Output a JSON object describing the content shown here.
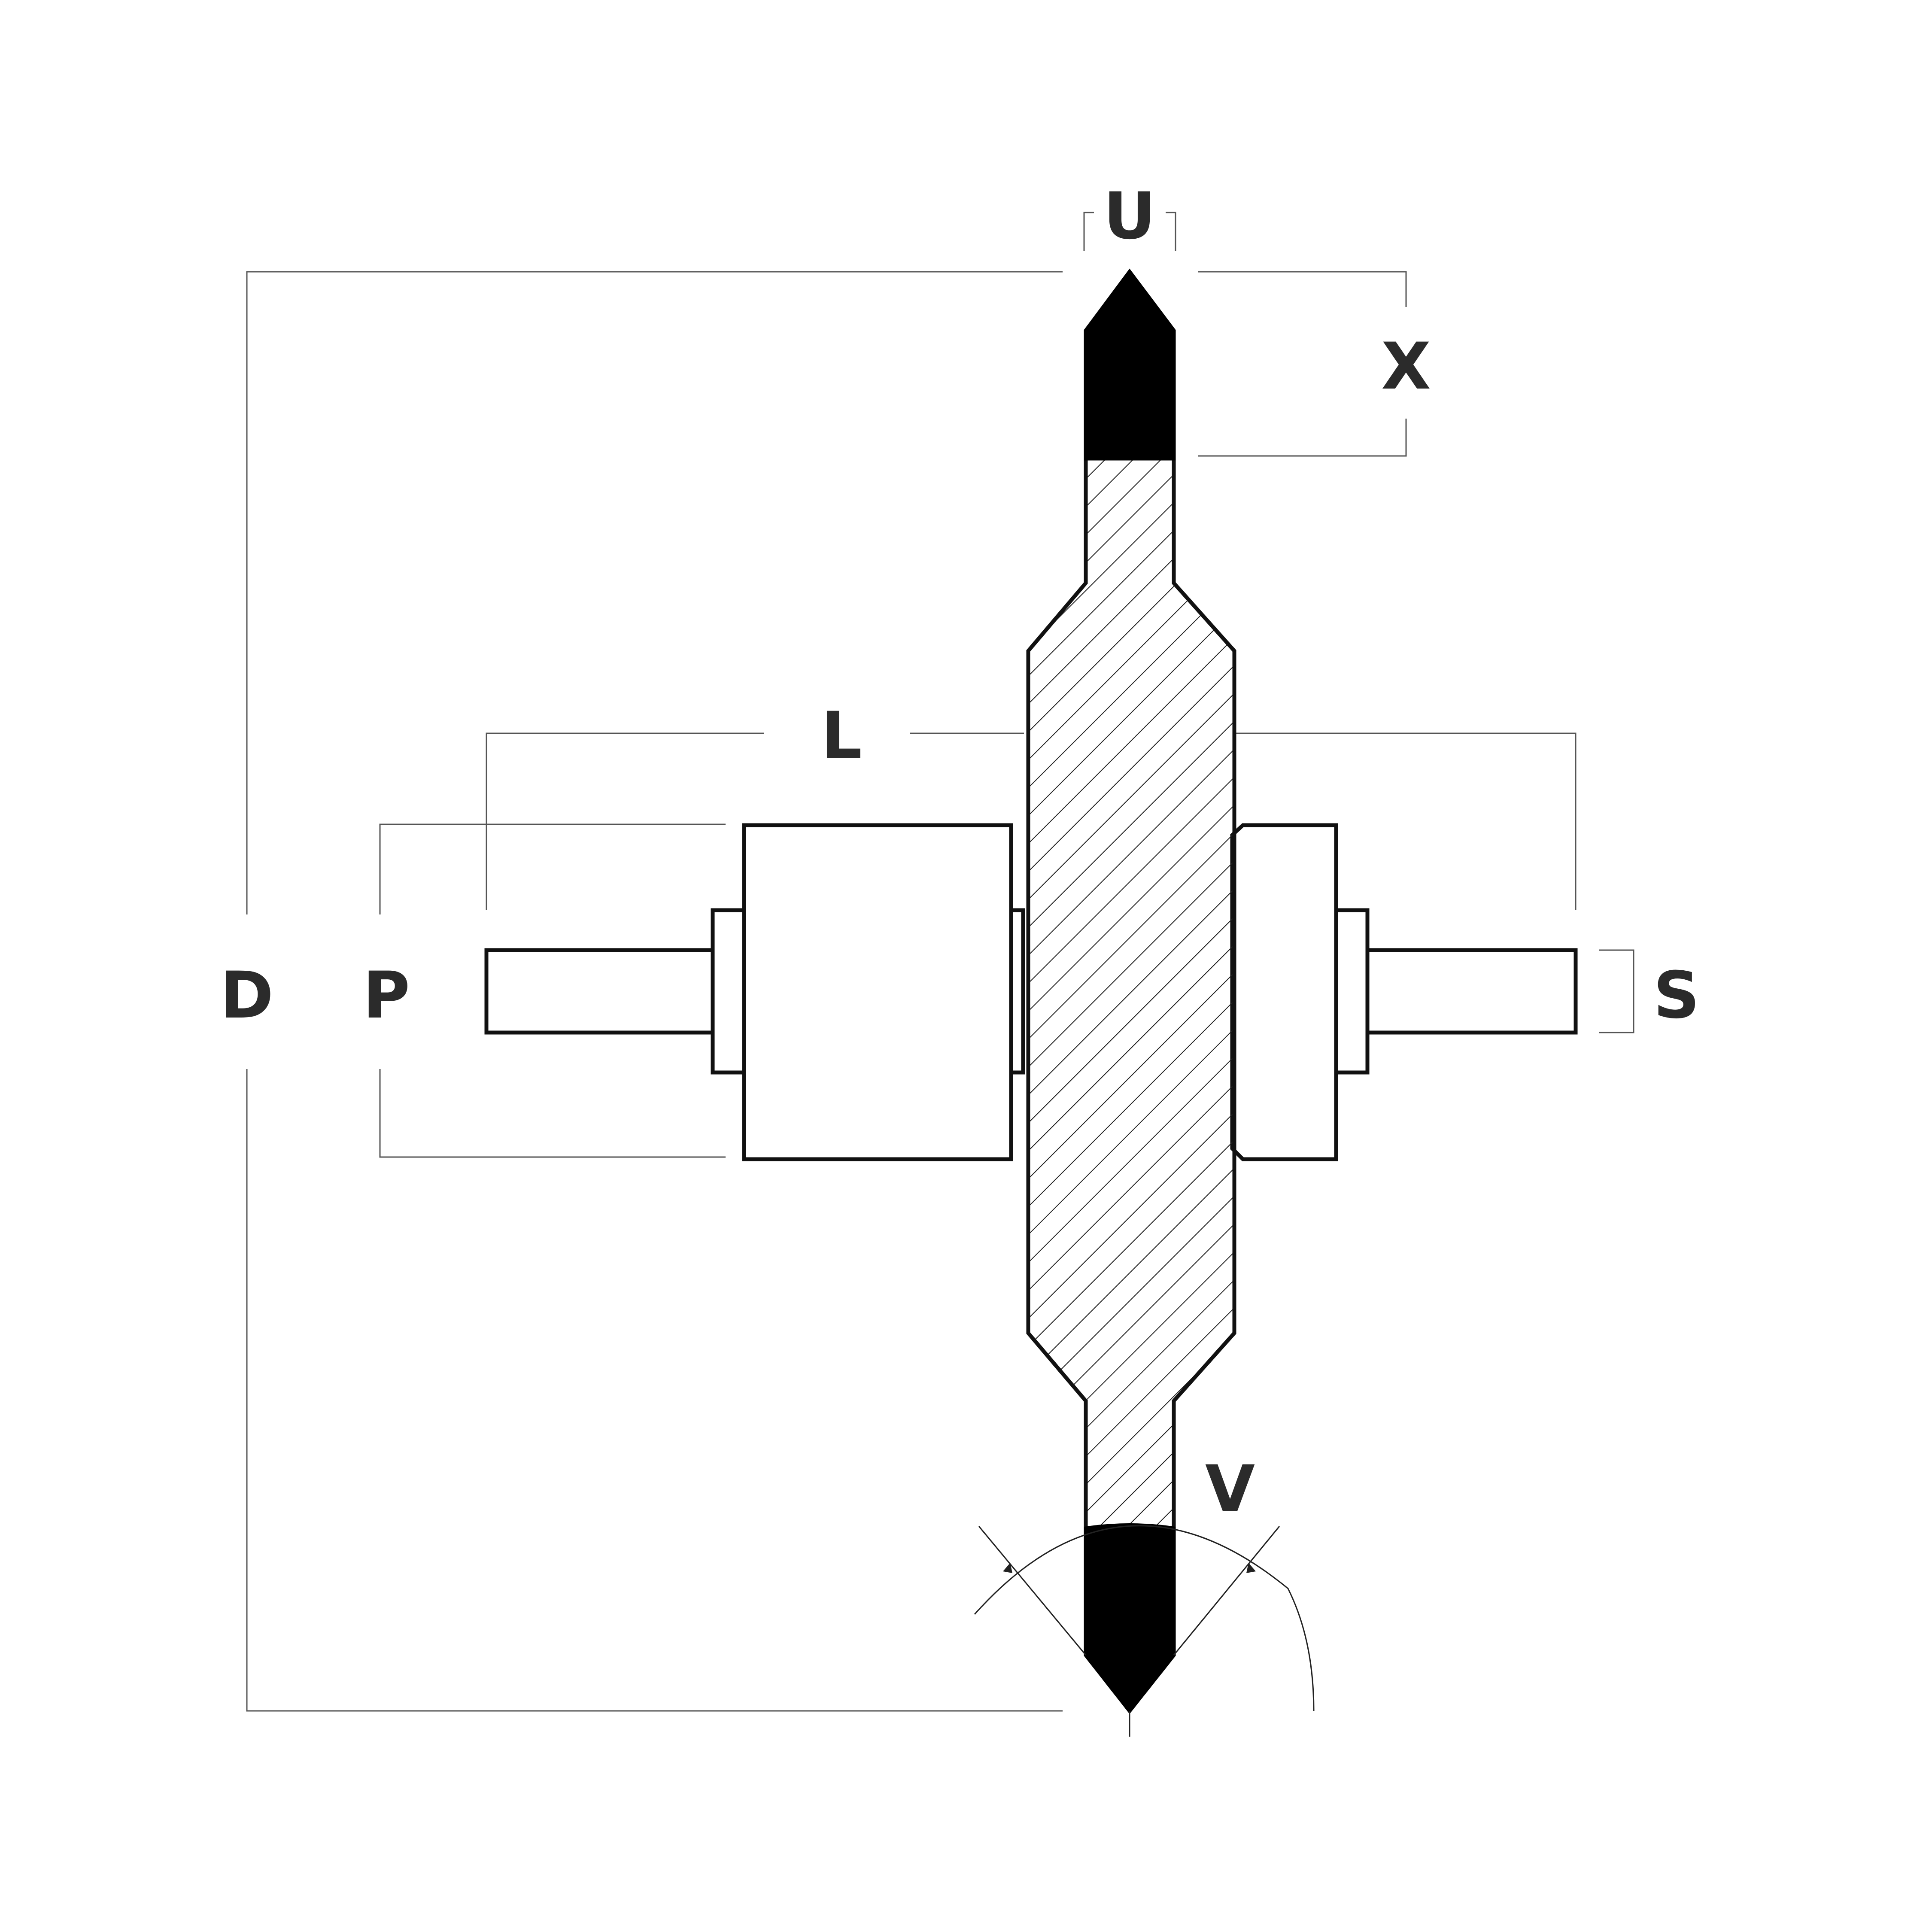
{
  "diagram": {
    "labels": {
      "U": "U",
      "X": "X",
      "L": "L",
      "D": "D",
      "P": "P",
      "S": "S",
      "V": "V"
    },
    "colors": {
      "line": "#111111",
      "dimension": "#555555",
      "label": "#2b2b2b",
      "fill_black": "#000000",
      "background": "#ffffff"
    }
  }
}
